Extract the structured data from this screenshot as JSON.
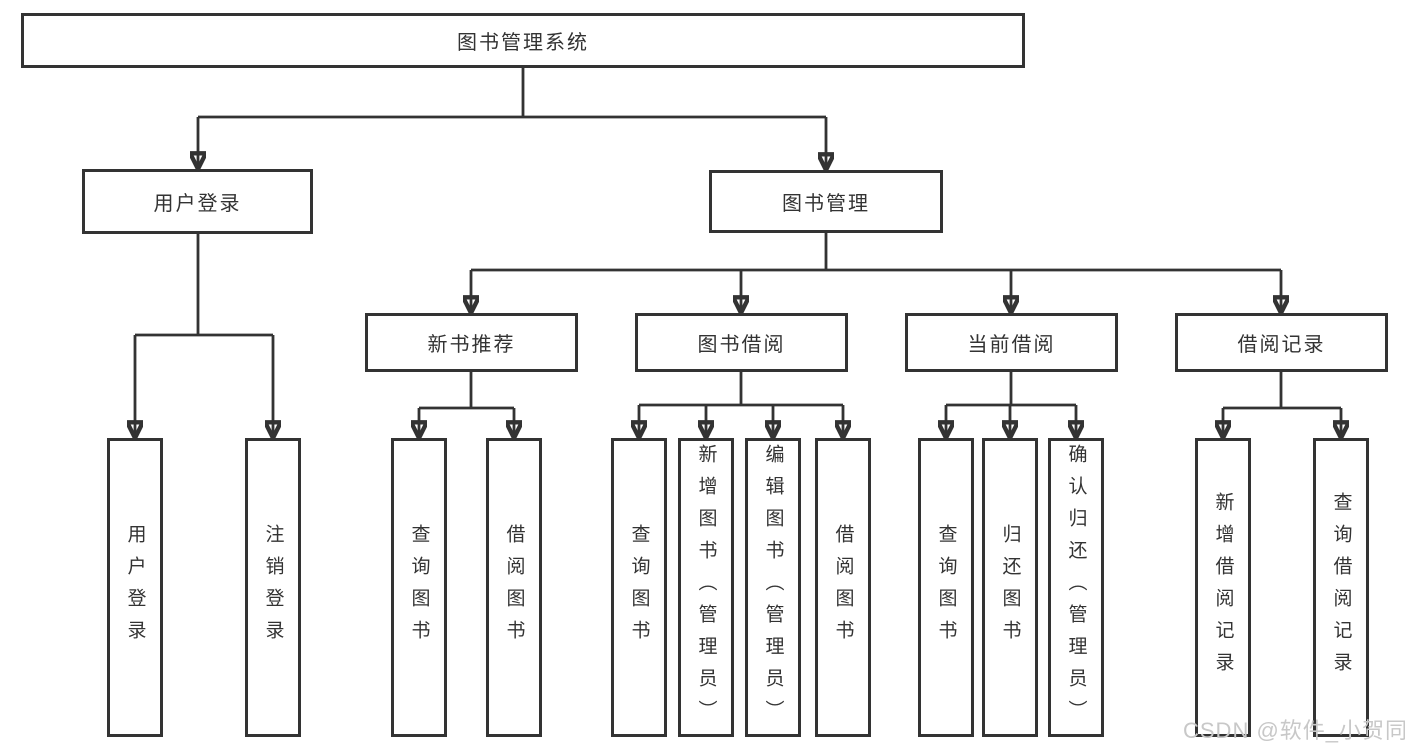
{
  "tree": {
    "root": {
      "label": "图书管理系统"
    },
    "level1": [
      {
        "label": "用户登录",
        "leaves": [
          {
            "label": "用户登录"
          },
          {
            "label": "注销登录"
          }
        ]
      },
      {
        "label": "图书管理",
        "children": [
          {
            "label": "新书推荐",
            "leaves": [
              {
                "label": "查询图书"
              },
              {
                "label": "借阅图书"
              }
            ]
          },
          {
            "label": "图书借阅",
            "leaves": [
              {
                "label": "查询图书"
              },
              {
                "label": "新增图书（管理员）"
              },
              {
                "label": "编辑图书（管理员）"
              },
              {
                "label": "借阅图书"
              }
            ]
          },
          {
            "label": "当前借阅",
            "leaves": [
              {
                "label": "查询图书"
              },
              {
                "label": "归还图书"
              },
              {
                "label": "确认归还（管理员）"
              }
            ]
          },
          {
            "label": "借阅记录",
            "leaves": [
              {
                "label": "新增借阅记录"
              },
              {
                "label": "查询借阅记录"
              }
            ]
          }
        ]
      }
    ]
  },
  "watermark": {
    "text": "CSDN @软件_小贺同学",
    "color": "#c8c8c8"
  },
  "colors": {
    "line": "#333333",
    "box_border": "#333333",
    "box_fill": "#ffffff",
    "text": "#333333",
    "background": "#ffffff"
  }
}
